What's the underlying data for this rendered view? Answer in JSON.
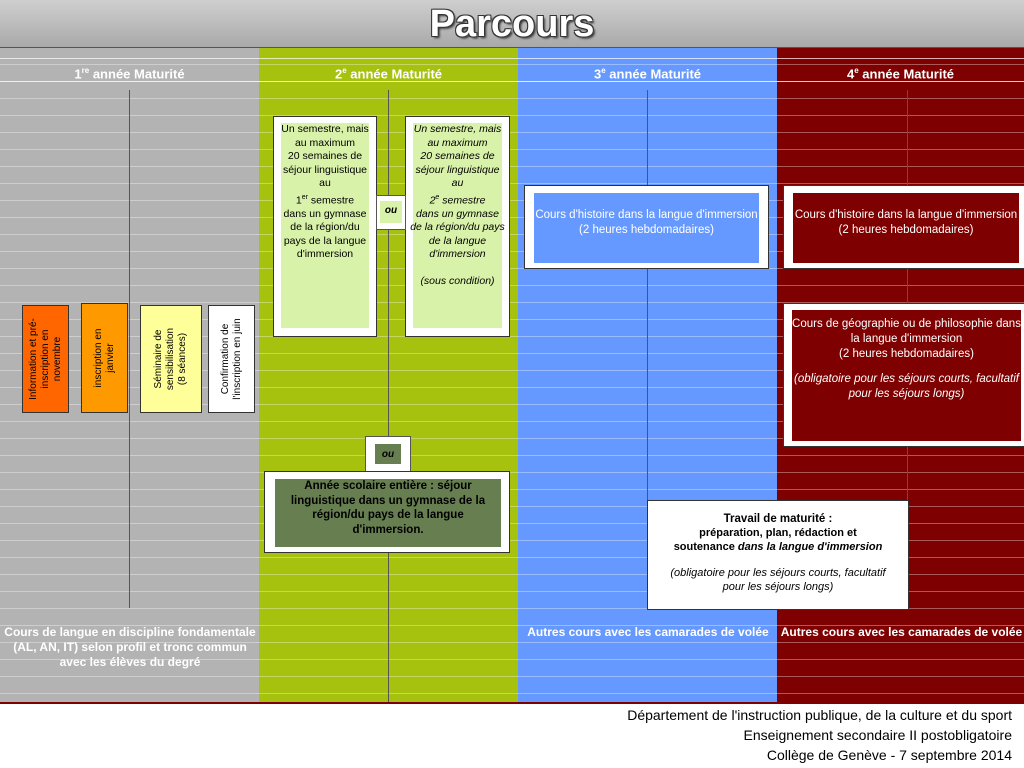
{
  "title": "Parcours",
  "columns": [
    {
      "num": "1",
      "sup": "re",
      "label": " année Maturité"
    },
    {
      "num": "2",
      "sup": "e",
      "label": " année Maturité"
    },
    {
      "num": "3",
      "sup": "e",
      "label": " année Maturité"
    },
    {
      "num": "4",
      "sup": "e",
      "label": " année Maturité"
    }
  ],
  "year1": {
    "info": "Information et pré-inscription en novembre",
    "inscription": "inscription en janvier",
    "seminaire_line1": "Séminaire de",
    "seminaire_line2": "sensibilisation",
    "seminaire_line3": "(8 séances)",
    "confirmation_line1": "Confirmation de",
    "confirmation_line2": "l'inscription en juin",
    "bottom": "Cours de langue en discipline fondamentale (AL, AN, IT) selon profil et tronc commun avec les élèves du degré"
  },
  "year2": {
    "semester1": {
      "line1": "Un semestre, mais au maximum",
      "line2": "20 semaines de séjour linguistique au",
      "ord_num": "1",
      "ord_sup": "er",
      "line3": " semestre",
      "line4": "dans un gymnase de la région/du pays de la langue d'immersion"
    },
    "semester2": {
      "line1": "Un semestre, mais au maximum",
      "line2": "20 semaines de séjour linguistique au",
      "ord_num": "2",
      "ord_sup": "e",
      "line3": " semestre",
      "line4": "dans un gymnase de la région/du pays de la langue d'immersion",
      "condition": "(sous condition)"
    },
    "ou_top": "ou",
    "ou_bottom": "ou",
    "full_year": "Année scolaire entière : séjour linguistique dans un gymnase de la région/du pays de la langue d'immersion."
  },
  "year3": {
    "histoire_line1": "Cours d'histoire dans la langue d'immersion",
    "histoire_line2": "(2 heures hebdomadaires)",
    "bottom": "Autres cours avec les camarades de volée"
  },
  "year4": {
    "histoire_line1": "Cours d'histoire dans la langue d'immersion",
    "histoire_line2": "(2 heures hebdomadaires)",
    "geo_line1": "Cours de géographie ou de philosophie dans la langue d'immersion",
    "geo_line2": "(2 heures hebdomadaires)",
    "geo_note": "(obligatoire pour les séjours courts, facultatif pour les séjours longs)",
    "bottom": "Autres cours avec les camarades de volée"
  },
  "travail": {
    "title": "Travail de maturité :",
    "line1": "préparation, plan, rédaction et",
    "line2_a": "soutenance ",
    "line2_b": "dans la langue d'immersion",
    "note": "(obligatoire pour les séjours courts, facultatif pour les séjours longs)"
  },
  "footer": {
    "line1": "Département de l'instruction publique, de la culture et du sport",
    "line2": "Enseignement secondaire II postobligatoire",
    "line3": "Collège de Genève - 7 septembre 2014"
  },
  "colors": {
    "year1": "#b3b3b3",
    "year2": "#a6c20e",
    "year3": "#6699ff",
    "year4": "#7f0000",
    "info_box": "#ff6600",
    "inscription_box": "#ff9900",
    "seminaire_box": "#ffff99",
    "full_year_box": "#677f50"
  }
}
